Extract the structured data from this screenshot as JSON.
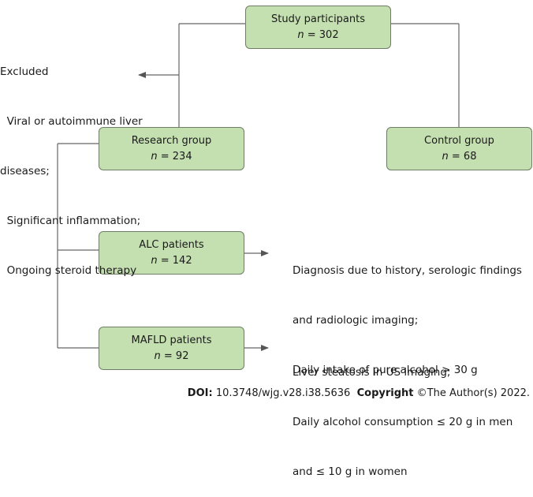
{
  "boxes": {
    "study": {
      "title": "Study participants",
      "n_label": "n",
      "n_value": "= 302"
    },
    "research": {
      "title": "Research group",
      "n_label": "n",
      "n_value": "= 234"
    },
    "control": {
      "title": "Control group",
      "n_label": "n",
      "n_value": "= 68"
    },
    "alc": {
      "title": "ALC patients",
      "n_label": "n",
      "n_value": "= 142"
    },
    "mafld": {
      "title": "MAFLD patients",
      "n_label": "n",
      "n_value": "= 92"
    }
  },
  "excluded": {
    "lines": [
      "Excluded",
      "  Viral or autoimmune liver",
      "diseases;",
      "  Significant inflammation;",
      "  Ongoing steroid therapy"
    ]
  },
  "alc_criteria": {
    "lines": [
      "Diagnosis due to history, serologic findings",
      "and radiologic imaging;",
      "Daily intake of pure alcohol > 30 g"
    ]
  },
  "mafld_criteria": {
    "lines": [
      "Liver steatosis in US imaging;",
      "Daily alcohol consumption ≤ 20 g in men",
      "and ≤ 10 g in women"
    ]
  },
  "footer": {
    "doi_label": "DOI:",
    "doi_value": "10.3748/wjg.v28.i38.5636",
    "copyright_label": "Copyright",
    "copyright_value": "©The Author(s) 2022."
  }
}
